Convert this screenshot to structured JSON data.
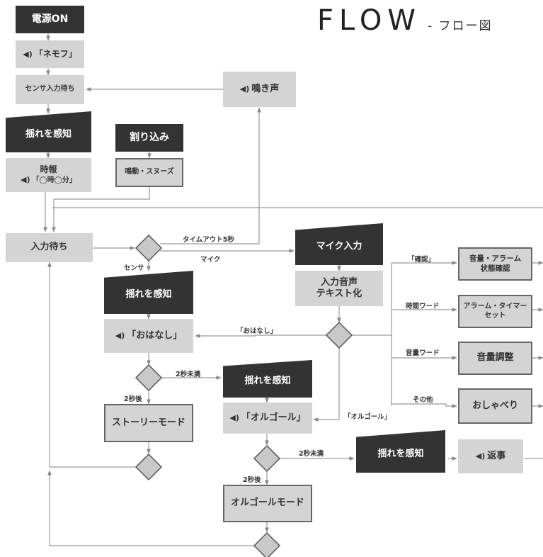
{
  "title": {
    "main": "FLOW",
    "sub": "- フロー図"
  },
  "speaker_icon": "speaker-icon",
  "colors": {
    "dark": "#333333",
    "light": "#d4d4d4",
    "diamond": "#c8c8c8",
    "line": "#888888"
  },
  "nodes": {
    "power_on": "電源ON",
    "nemofu": "「ネモフ」",
    "sensor_wait": "センサ入力待ち",
    "cry": "鳴き声",
    "shake1": "揺れを感知",
    "interrupt": "割り込み",
    "time_signal": "時報",
    "time_signal_voice": "「◯時◯分」",
    "alarm_snooze": "鳴動・スヌーズ",
    "input_wait": "入力待ち",
    "mic_input": "マイク入力",
    "speech_to_text": "入力音声\nテキスト化",
    "shake2": "揺れを感知",
    "ohanashi": "「おはなし」",
    "story_mode": "ストーリーモード",
    "shake3": "揺れを感知",
    "orgel": "「オルゴール」",
    "orgel_mode": "オルゴールモード",
    "shake4": "揺れを感知",
    "reply": "返事",
    "volume_alarm_check": "音量・アラーム\n状態確認",
    "alarm_timer_set": "アラーム・タイマー\nセット",
    "volume_adjust": "音量調整",
    "chatter": "おしゃべり"
  },
  "edge_labels": {
    "timeout": "タイムアウト5秒",
    "mic": "マイク",
    "sensor": "センサ",
    "ohanashi_q": "「おはなし」",
    "orgel_q": "「オルゴール」",
    "confirm": "「確認」",
    "time_word": "時間ワード",
    "volume_word": "音量ワード",
    "other": "その他",
    "under2s_a": "2秒未満",
    "after2s_a": "2秒後",
    "under2s_b": "2秒未満",
    "after2s_b": "2秒後"
  }
}
